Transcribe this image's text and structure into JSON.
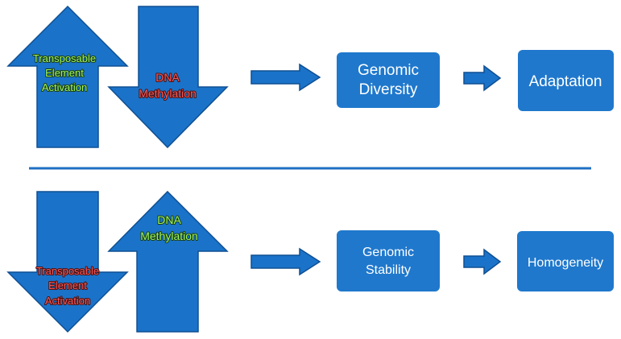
{
  "top_row": {
    "transposon_line1": "Transposable",
    "transposon_line2": "Element",
    "transposon_line3": "Activation",
    "methylation_line1": "DNA",
    "methylation_line2": "Methylation",
    "box1_line1": "Genomic",
    "box1_line2": "Diversity",
    "box2": "Adaptation"
  },
  "bottom_row": {
    "transposon_line1": "Transposable",
    "transposon_line2": "Element",
    "transposon_line3": "Activation",
    "methylation_line1": "DNA",
    "methylation_line2": "Methylation",
    "box1_line1": "Genomic",
    "box1_line2": "Stability",
    "box2": "Homogeneity"
  },
  "colors": {
    "shape_fill": "#1a73c9",
    "shape_edge": "#0f4f93",
    "box_fill": "#1f78cc",
    "divider": "#1f6fc2",
    "increase_text": "#9cf56c",
    "decrease_text": "#f25a5a",
    "box_text": "#ffffff"
  }
}
